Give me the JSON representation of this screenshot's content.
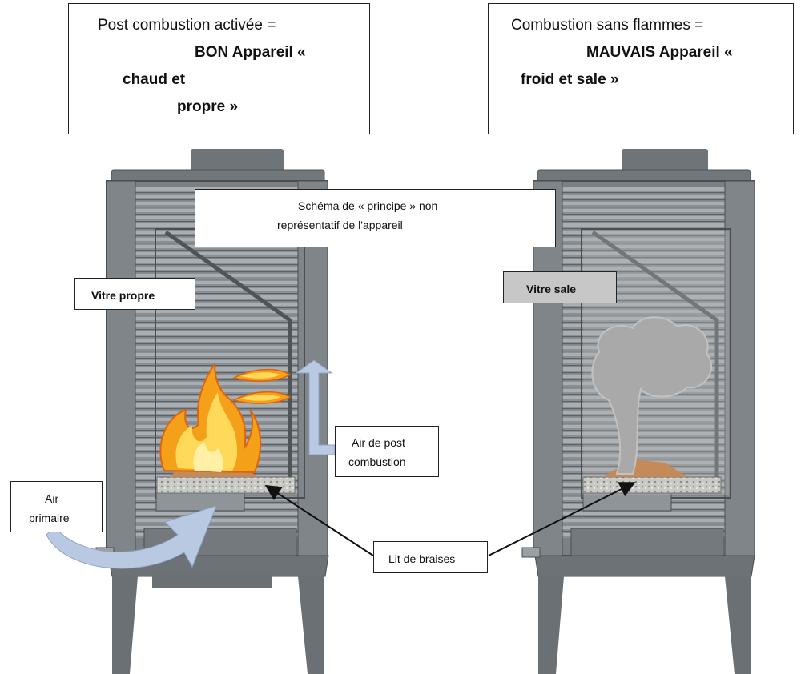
{
  "good_box": {
    "line1": "Post combustion activée =",
    "line2": "BON Appareil «",
    "line3": "chaud et",
    "line4": "propre »"
  },
  "bad_box": {
    "line1": "Combustion sans flammes =",
    "line2": "MAUVAIS Appareil «",
    "line3": "froid et sale »"
  },
  "schema_note": {
    "line1": "Schéma de « principe » non",
    "line2": "représentatif de l'appareil"
  },
  "labels": {
    "clean_glass": "Vitre propre",
    "dirty_glass": "Vitre sale",
    "secondary_air_1": "Air de post",
    "secondary_air_2": "combustion",
    "primary_air_1": "Air",
    "primary_air_2": "primaire",
    "ember_bed": "Lit de braises"
  },
  "colors": {
    "stove": "#6f7478",
    "flame_outer": "#f5a019",
    "flame_inner": "#ffd95a",
    "air_arrow": "#b9c9e2",
    "smoke": "#a9a9a9"
  }
}
